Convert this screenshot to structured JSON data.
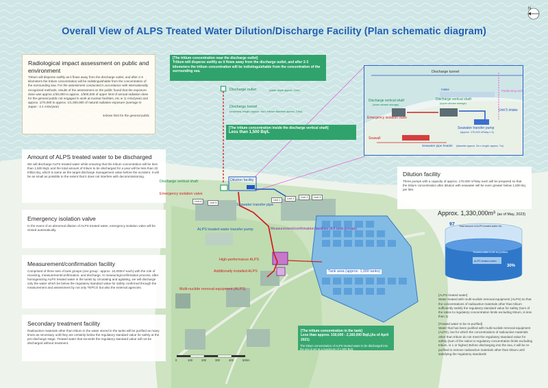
{
  "title": "Overall View of ALPS Treated Water Dilution/Discharge Facility (Plan schematic diagram)",
  "compass": "N",
  "left_panels": {
    "radiological": {
      "heading": "Radiological impact assessment on public and environment",
      "body": "Tritium will disperse swiftly as it flows away from the discharge outlet, and after 2-3 kilometers the tritium concentration will be indistinguishable from the concentration of the surrounding sea. For the assessment conducted in accordance with internationally recognized methods, results of the assessment on the public found that the exposure dose was approx.1/30,000 to approx. 1/500,000 of upper limit of annual radiation dose for the general public not engaged in work at nuclear facilities, etc.※ (1 mSv/year) and approx. 1/70,000 to approx. 1/1,000,000 of natural radiation exposure (average in Japan : 2.1 mSv/year)",
      "footnote": "※Dose limit for the general public"
    },
    "amount": {
      "heading": "Amount of ALPS treated water to be discharged",
      "body": "We will discharge ALPS treated water while ensuring that the tritium concentration will be less than 1,500 Bq/L and the total amount of tritium to be discharged for a year will be less than 22 trillion Bq, which is same as the target discharge management value before the accident. It will be as small as possible to the extent that it does not interfere with decommissioning."
    },
    "isolation": {
      "heading": "Emergency isolation valve",
      "body": "In the event of an abnormal dilution of ALPS treated water, emergency isolation valve will be closed automatically."
    },
    "measurement": {
      "heading": "Measurement/confirmation facility",
      "body": "Comprised of three sets of tank groups (one group : approx. 10,000m³ each) with the role of receiving, measurement/confirmation, and discharge. In measuring/confirmation process, after homogenizing ALPS treated water in the tanks by circulating and agitating, we will discharge only the water which be below the regulatory standard value for safety confirmed through the measurement and assessment by not only TEPCO but also the external agencies."
    },
    "secondary": {
      "heading": "Secondary treatment facility",
      "body": "Radioactive materials other than tritium in the water stored in the tanks will be purified as many times as necessary until they are certainly below the regulatory standard value for safety at the pre-discharge stage. Treated water that exceeds the regulatory standard value will not be discharged without treatment."
    }
  },
  "callouts": {
    "outlet": {
      "heading": "[The tritium concentration near the discharge outlet]",
      "body": "Tritium will disperse swiftly as it flows away from the discharge outlet, and after 2-3 kilometers the tritium concentration will be indistinguishable from the concentration of the surrounding sea."
    },
    "shaft": {
      "heading": "[The tritium concentration inside the discharge vertical shaft]",
      "body": "Less than 1,500 Bq/L"
    },
    "tank": {
      "heading": "[The tritium concentration in the tank]",
      "body": "Less than approx. 150,000 - 2,160,000 Bq/L(As of April 2021)"
    }
  },
  "map_labels": {
    "discharge_outlet": "Discharge outlet",
    "discharge_outlet_note": "(water depth approx. 12m)",
    "discharge_tunnel": "Discharge tunnel",
    "discharge_tunnel_note": "(undersea, length: approx. 1km, interior diameter approx. 2.6m)",
    "discharge_vertical_shaft": "Discharge vertical shaft",
    "dilution_facility": "Dilution facility",
    "emergency_isolation_valve": "Emergency isolation valve",
    "seawater_transfer_pipe": "Seawater transfer pipe",
    "alps_transfer_pump": "ALPS treated water transfer pump",
    "measurement_facilities": "Measurement/confirmation facilities (K4 tank groups)",
    "high_performance_alps": "High-performance ALPS",
    "additionally_installed_alps": "Additionally installed ALPS",
    "multi_nuclide": "Multi-nuclide removal equipment (ALPS)",
    "tank_area": "Tank area (approx. 1,000 tanks)",
    "tank_note": "The tritium concentration of ALPS treated water to be discharged into the sea is set at a maximum of 1,500 Bq/L",
    "units": [
      "Unit 6",
      "Unit 5",
      "Unit 1",
      "Unit 2",
      "Unit 3",
      "Unit 4"
    ]
  },
  "inset": {
    "discharge_tunnel": "Discharge tunnel",
    "intake": "Intake",
    "partitioning_weir": "Partitioning weir",
    "shaft_down": "Discharge vertical shaft",
    "shaft_down_note": "(down-stream storage)",
    "shaft_up": "Discharge vertical shaft",
    "shaft_up_note": "(upper-stream storage)",
    "unit5_intake": "Unit 5 intake",
    "emergency_valve": "Emergency isolation valve",
    "seawater_pump": "Seawater transfer pump",
    "seawater_pump_note": "(approx. 170,000 m³/day x 3)",
    "seawall": "Seawall",
    "header_pipe": "Seawater pipe header",
    "header_pipe_note": "(diameter approx. 2m x length: approx. 7m)"
  },
  "right": {
    "dilution": {
      "heading": "Dilution facility",
      "body": "Three pumps with a capacity of approx. 170,000 m³/day each will be prepared so that the tritium concentration after dilution with seawater will be even greater below 1,500 Bq per liter."
    },
    "volume": "Approx. 1,330,000m³",
    "volume_note": "(as of May, 2023)",
    "alps_heading": "[ALPS treated water]",
    "alps_body": "Water treated with multi-nuclide removal equipment (ALPS) so that the concentrations of radioactive materials other than tritium sufficiently satisfy the regulatory standard value for safety (sum of the ratios to regulatory concentration limits excluding tritium, is less than 1)",
    "repurified_heading": "[Treated water to be re-purified]",
    "repurified_body": "Water that has been purified with multi-nuclide removal equipment (ALPS), but for which the concentrations of radioactive materials other than tritium do not meet the regulatory standard value for safety (sum of the ratios to regulatory concentration limits excluding tritium, is 1 or higher) Before discharging into the sea, it will be re-purified to remove radioactive materials other than tritium until satisfying the regulatory standards",
    "cyl_top": "97",
    "cyl_top_note": "Total amount of ALPS treated water etc.",
    "cyl_mid1": "Treated water to be re-purified",
    "cyl_mid2": "ALPS treated water",
    "cyl_pct": "30%"
  },
  "scale": [
    "0",
    "100",
    "200",
    "300",
    "400",
    "500m"
  ],
  "colors": {
    "title": "#1f5fb4",
    "green_box": "#2fa36b",
    "red": "#d11f1f",
    "blue": "#1d56c4",
    "orange": "#e07a1d",
    "sea": "#c9e3e3"
  }
}
